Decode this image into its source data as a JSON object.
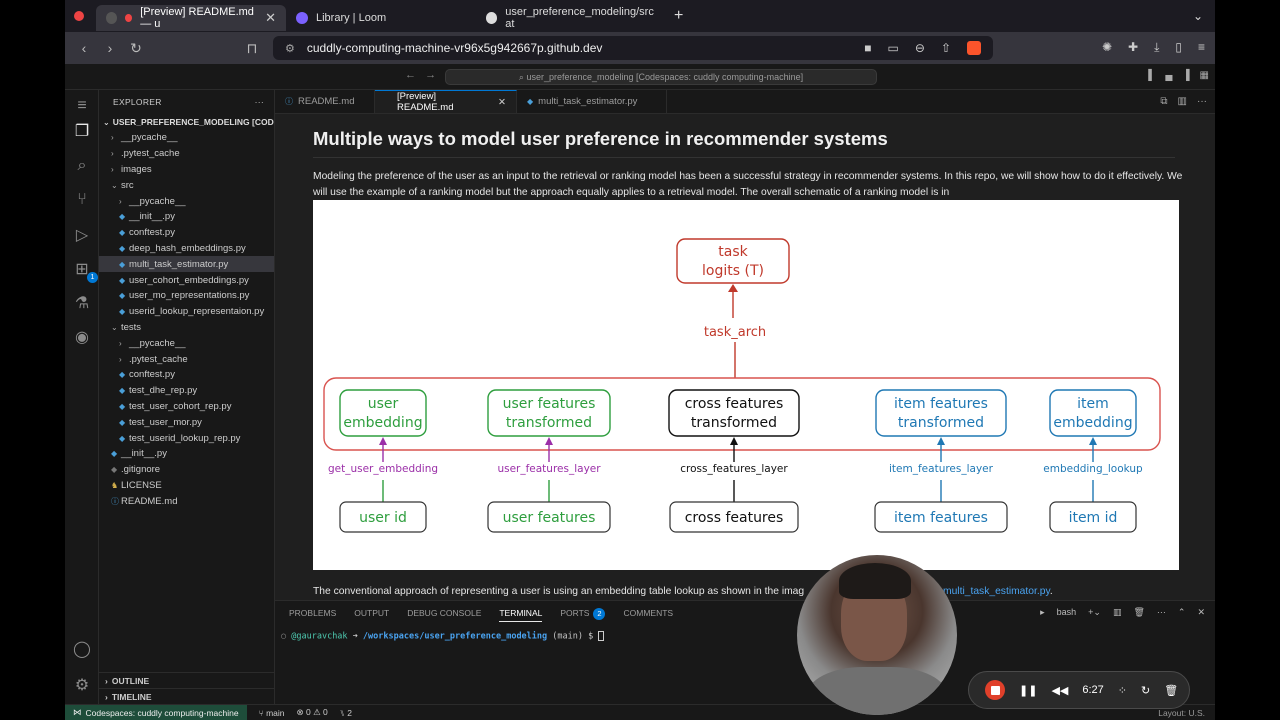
{
  "browser": {
    "tabs": [
      {
        "label": "[Preview] README.md — u",
        "active": true
      },
      {
        "label": "Library | Loom",
        "active": false
      },
      {
        "label": "user_preference_modeling/src at",
        "active": false
      }
    ],
    "url": "cuddly-computing-machine-vr96x5g942667p.github.dev"
  },
  "vscode": {
    "command_center": "user_preference_modeling [Codespaces: cuddly computing-machine]",
    "activity_badge": "1"
  },
  "sidebar": {
    "title": "EXPLORER",
    "root": "USER_PREFERENCE_MODELING [COD...",
    "items": [
      {
        "label": "__pycache__",
        "indent": 1,
        "arrow": "›",
        "icon": ""
      },
      {
        "label": ".pytest_cache",
        "indent": 1,
        "arrow": "›",
        "icon": ""
      },
      {
        "label": "images",
        "indent": 1,
        "arrow": "›",
        "icon": ""
      },
      {
        "label": "src",
        "indent": 1,
        "arrow": "⌄",
        "icon": ""
      },
      {
        "label": "__pycache__",
        "indent": 2,
        "arrow": "›",
        "icon": ""
      },
      {
        "label": "__init__.py",
        "indent": 2,
        "arrow": "",
        "icon": "py"
      },
      {
        "label": "conftest.py",
        "indent": 2,
        "arrow": "",
        "icon": "py"
      },
      {
        "label": "deep_hash_embeddings.py",
        "indent": 2,
        "arrow": "",
        "icon": "py"
      },
      {
        "label": "multi_task_estimator.py",
        "indent": 2,
        "arrow": "",
        "icon": "py",
        "selected": true
      },
      {
        "label": "user_cohort_embeddings.py",
        "indent": 2,
        "arrow": "",
        "icon": "py"
      },
      {
        "label": "user_mo_representations.py",
        "indent": 2,
        "arrow": "",
        "icon": "py"
      },
      {
        "label": "userid_lookup_representaion.py",
        "indent": 2,
        "arrow": "",
        "icon": "py"
      },
      {
        "label": "tests",
        "indent": 1,
        "arrow": "⌄",
        "icon": ""
      },
      {
        "label": "__pycache__",
        "indent": 2,
        "arrow": "›",
        "icon": ""
      },
      {
        "label": ".pytest_cache",
        "indent": 2,
        "arrow": "›",
        "icon": ""
      },
      {
        "label": "conftest.py",
        "indent": 2,
        "arrow": "",
        "icon": "py"
      },
      {
        "label": "test_dhe_rep.py",
        "indent": 2,
        "arrow": "",
        "icon": "py"
      },
      {
        "label": "test_user_cohort_rep.py",
        "indent": 2,
        "arrow": "",
        "icon": "py"
      },
      {
        "label": "test_user_mor.py",
        "indent": 2,
        "arrow": "",
        "icon": "py"
      },
      {
        "label": "test_userid_lookup_rep.py",
        "indent": 2,
        "arrow": "",
        "icon": "py"
      },
      {
        "label": "__init__.py",
        "indent": 1,
        "arrow": "",
        "icon": "py"
      },
      {
        "label": ".gitignore",
        "indent": 1,
        "arrow": "",
        "icon": "git"
      },
      {
        "label": "LICENSE",
        "indent": 1,
        "arrow": "",
        "icon": "lic"
      },
      {
        "label": "README.md",
        "indent": 1,
        "arrow": "",
        "icon": "info"
      }
    ],
    "outline": "OUTLINE",
    "timeline": "TIMELINE"
  },
  "editor": {
    "tabs": [
      {
        "label": "README.md",
        "active": false
      },
      {
        "label": "[Preview] README.md",
        "active": true
      },
      {
        "label": "multi_task_estimator.py",
        "active": false
      }
    ],
    "heading": "Multiple ways to model user preference in recommender systems",
    "paragraph": "Modeling the preference of the user as an input to the retrieval or ranking model has been a successful strategy in recommender systems. In this repo, we will show how to do it effectively. We will use the example of a ranking model but the approach equally applies to a retrieval model. The overall schematic of a ranking model is in",
    "paragraph2": "The conventional approach of representing a user is using an embedding table lookup as shown in the imag",
    "paragraph2_link": "multi_task_estimator.py",
    "paragraph2_end": "."
  },
  "diagram": {
    "task": "task\nlogits (T)",
    "task_arch": "task_arch",
    "nodes": [
      {
        "label": "user\nembedding",
        "color": "#2e9e3e"
      },
      {
        "label": "user features\ntransformed",
        "color": "#2e9e3e"
      },
      {
        "label": "cross features\ntransformed",
        "color": "#111111"
      },
      {
        "label": "item features\ntransformed",
        "color": "#1f78b4"
      },
      {
        "label": "item\nembedding",
        "color": "#1f78b4"
      }
    ],
    "layers": [
      {
        "label": "get_user_embedding",
        "color": "#9b2fa8"
      },
      {
        "label": "user_features_layer",
        "color": "#9b2fa8"
      },
      {
        "label": "cross_features_layer",
        "color": "#111111"
      },
      {
        "label": "item_features_layer",
        "color": "#1f78b4"
      },
      {
        "label": "embedding_lookup",
        "color": "#1f78b4"
      }
    ],
    "inputs": [
      {
        "label": "user id",
        "color": "#2e9e3e"
      },
      {
        "label": "user features",
        "color": "#2e9e3e"
      },
      {
        "label": "cross features",
        "color": "#111111"
      },
      {
        "label": "item features",
        "color": "#1f78b4"
      },
      {
        "label": "item id",
        "color": "#1f78b4"
      }
    ],
    "accent": "#c0392b"
  },
  "panel": {
    "tabs": [
      "PROBLEMS",
      "OUTPUT",
      "DEBUG CONSOLE",
      "TERMINAL",
      "PORTS",
      "COMMENTS"
    ],
    "ports_badge": "2",
    "shell": "bash",
    "prompt_user": "@gauravchak",
    "prompt_arrow": "➜",
    "prompt_path": "/workspaces/user_preference_modeling",
    "prompt_branch": "(main)",
    "prompt_sign": "$"
  },
  "status": {
    "remote": "Codespaces: cuddly computing-machine",
    "branch": "main",
    "problems": "⊗ 0 ⚠ 0",
    "ports": "2",
    "layout": "Layout: U.S."
  },
  "recorder": {
    "time": "6:27"
  }
}
